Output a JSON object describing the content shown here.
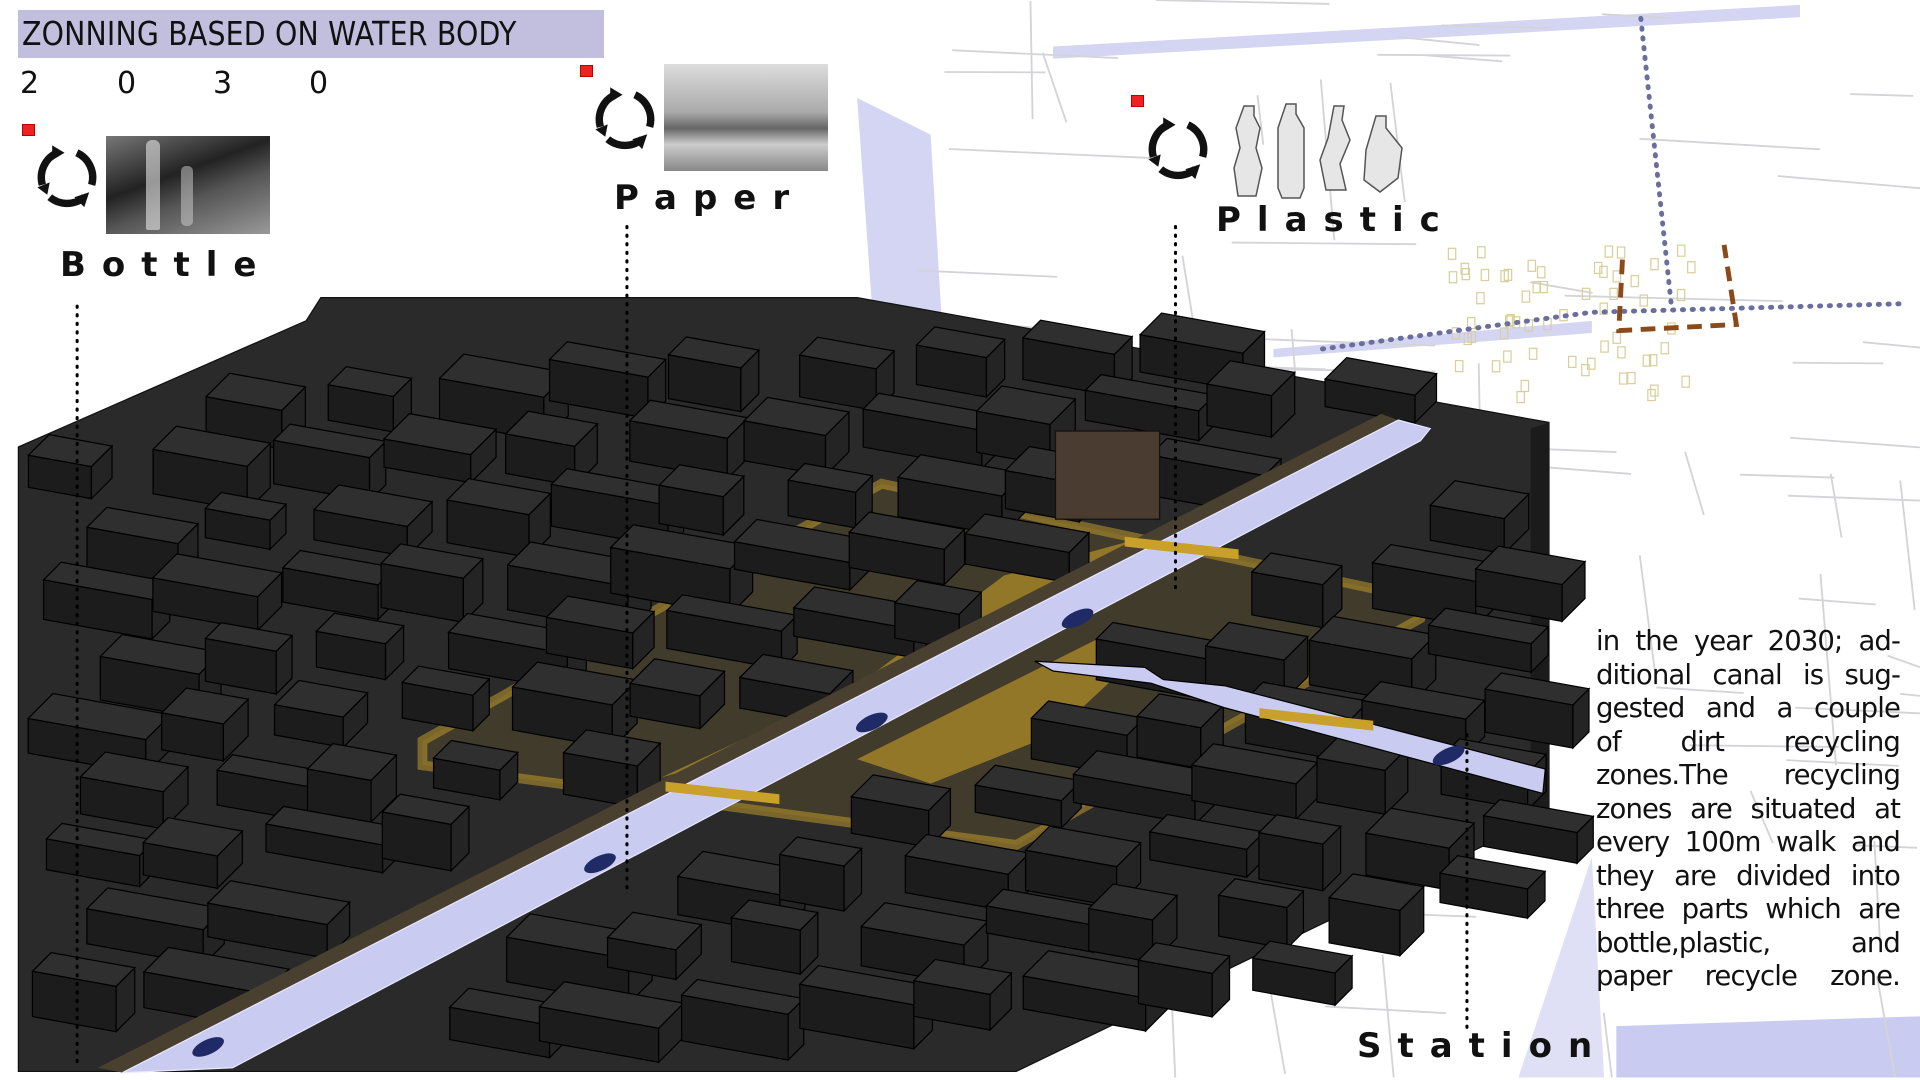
{
  "header": {
    "title": "ZONNING BASED ON WATER BODY",
    "year_digits": [
      "2",
      "0",
      "3",
      "0"
    ]
  },
  "zones": [
    {
      "label": "Bottle",
      "icon": "recycle-icon"
    },
    {
      "label": "Paper",
      "icon": "recycle-icon"
    },
    {
      "label": "Plastic",
      "icon": "recycle-icon"
    },
    {
      "label": "Station"
    }
  ],
  "description": {
    "lines": [
      "in the year 2030;  ad-",
      "ditional canal is sug-",
      "gested and a couple",
      "of    dirt    recycling",
      "zones.The   recycling",
      "zones are situated at",
      "every 100m walk and",
      "they are divided into",
      "three parts which are",
      "bottle,plastic,     and",
      "paper recycle zone."
    ]
  },
  "colors": {
    "title_bg": "#c2bfde",
    "water": "#c9cbf0",
    "ground": "#2a2a2a",
    "zone": "#c9a02a",
    "route_dots": "#6a6e9c",
    "site_boundary": "#8a4a1a"
  }
}
